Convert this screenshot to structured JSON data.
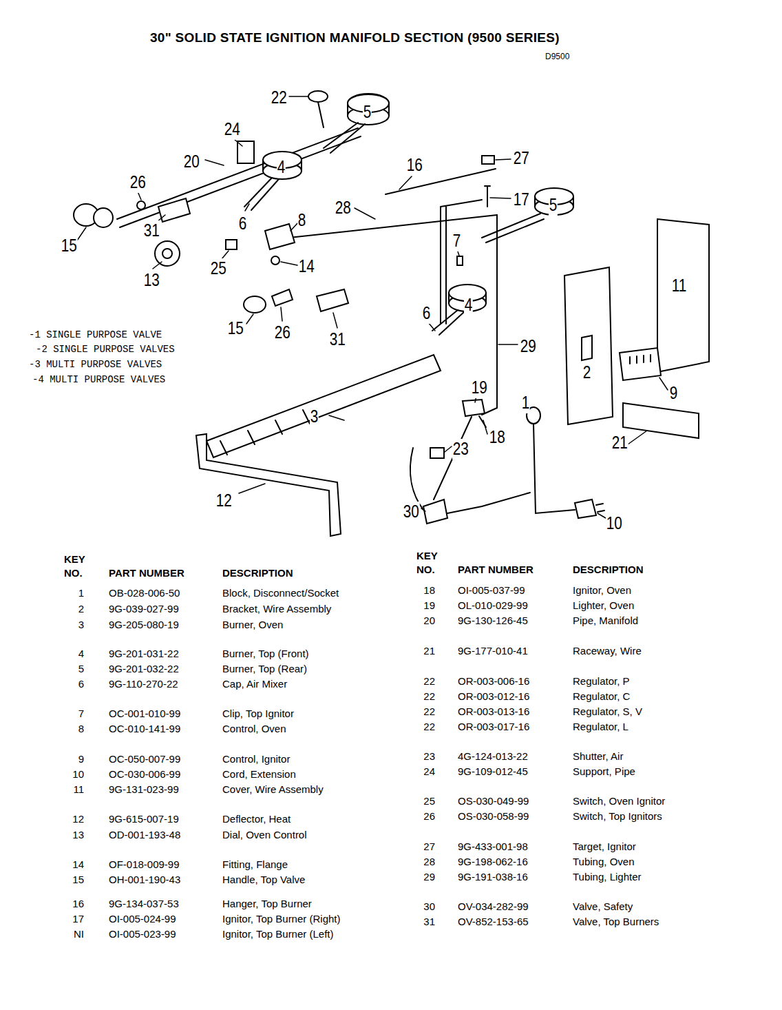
{
  "diagram": {
    "title": "30\" SOLID STATE IGNITION MANIFOLD SECTION (9500 SERIES)",
    "labels": [
      "D9500",
      "22",
      "24",
      "20",
      "26",
      "16",
      "27",
      "5",
      "4",
      "17",
      "5",
      "28",
      "15",
      "31",
      "6",
      "8",
      "7",
      "13",
      "25",
      "14",
      "11",
      "4",
      "6",
      "15",
      "26",
      "31",
      "29",
      "2",
      "19",
      "9",
      "1",
      "3",
      "23",
      "18",
      "21",
      "12",
      "30",
      "10",
      "-1 SINGLE PURPOSE VALVE",
      "-2 SINGLE PURPOSE VALVES",
      "-3 MULTI PURPOSE VALVES",
      "-4 MULTI PURPOSE VALVES",
      "KEY",
      "NO.",
      "PART NUMBER",
      "DESCRIPTION",
      "KEY",
      "NO.",
      "PART NUMBER",
      "DESCRIPTION",
      "1",
      "OB-028-006-50",
      "Block, Disconnect/Socket",
      "2",
      "9G-039-027-99",
      "Bracket, Wire Assembly",
      "3",
      "9G-205-080-19",
      "Burner, Oven",
      "4",
      "9G-201-031-22",
      "Burner, Top (Front)",
      "5",
      "9G-201-032-22",
      "Burner, Top (Rear)",
      "6",
      "9G-110-270-22",
      "Cap, Air Mixer",
      "7",
      "OC-001-010-99",
      "Clip, Top Ignitor",
      "8",
      "OC-010-141-99",
      "Control, Oven",
      "9",
      "OC-050-007-99",
      "Control, Ignitor",
      "10",
      "OC-030-006-99",
      "Cord, Extension",
      "11",
      "9G-131-023-99",
      "Cover, Wire Assembly",
      "12",
      "9G-615-007-19",
      "Deflector, Heat",
      "13",
      "OD-001-193-48",
      "Dial, Oven Control",
      "14",
      "OF-018-009-99",
      "Fitting, Flange",
      "15",
      "OH-001-190-43",
      "Handle, Top Valve",
      "16",
      "9G-134-037-53",
      "Hanger, Top Burner",
      "17",
      "OI-005-024-99",
      "Ignitor, Top Burner (Right)",
      "NI",
      "OI-005-023-99",
      "Ignitor, Top Burner (Left)",
      "18",
      "OI-005-037-99",
      "Ignitor, Oven",
      "19",
      "OL-010-029-99",
      "Lighter, Oven",
      "20",
      "9G-130-126-45",
      "Pipe, Manifold",
      "21",
      "9G-177-010-41",
      "Raceway, Wire",
      "22",
      "OR-003-006-16",
      "Regulator, P",
      "22",
      "OR-003-012-16",
      "Regulator, C",
      "22",
      "OR-003-013-16",
      "Regulator, S, V",
      "22",
      "OR-003-017-16",
      "Regulator, L",
      "23",
      "4G-124-013-22",
      "Shutter, Air",
      "24",
      "9G-109-012-45",
      "Support, Pipe",
      "25",
      "OS-030-049-99",
      "Switch, Oven Ignitor",
      "26",
      "OS-030-058-99",
      "Switch, Top Ignitors",
      "27",
      "9G-433-001-98",
      "Target, Ignitor",
      "28",
      "9G-198-062-16",
      "Tubing, Oven",
      "29",
      "9G-191-038-16",
      "Tubing, Lighter",
      "30",
      "OV-034-282-99",
      "Valve, Safety",
      "31",
      "OV-852-153-65",
      "Valve, Top Burners"
    ]
  }
}
